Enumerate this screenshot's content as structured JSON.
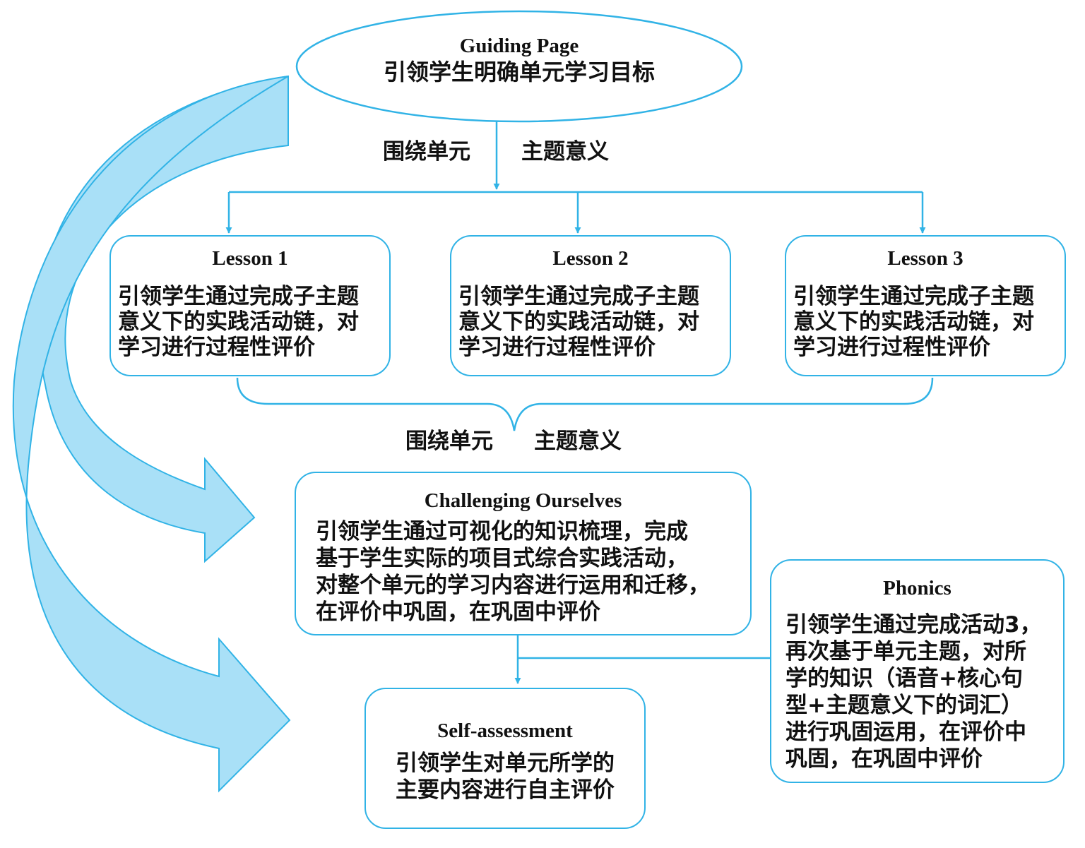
{
  "guiding": {
    "title": "Guiding Page",
    "text": "引领学生明确单元学习目标"
  },
  "connector_label_1": {
    "left": "围绕单元",
    "right": "主题意义"
  },
  "lessons": [
    {
      "title": "Lesson 1",
      "lines": [
        "引领学生通过完成子主题",
        "意义下的实践活动链，对",
        "学习进行过程性评价"
      ]
    },
    {
      "title": "Lesson 2",
      "lines": [
        "引领学生通过完成子主题",
        "意义下的实践活动链，对",
        "学习进行过程性评价"
      ]
    },
    {
      "title": "Lesson 3",
      "lines": [
        "引领学生通过完成子主题",
        "意义下的实践活动链，对",
        "学习进行过程性评价"
      ]
    }
  ],
  "connector_label_2": {
    "left": "围绕单元",
    "right": "主题意义"
  },
  "challenging": {
    "title": "Challenging Ourselves",
    "lines": [
      "引领学生通过可视化的知识梳理，完成",
      "基于学生实际的项目式综合实践活动，",
      "对整个单元的学习内容进行运用和迁移，",
      "在评价中巩固，在巩固中评价"
    ]
  },
  "phonics": {
    "title": "Phonics",
    "lines": [
      "引领学生通过完成活动3，",
      "再次基于单元主题，对所",
      "学的知识（语音+核心句",
      "型+主题意义下的词汇）",
      "进行巩固运用，在评价中",
      "巩固，在巩固中评价"
    ]
  },
  "self_assessment": {
    "title": "Self-assessment",
    "lines": [
      "引领学生对单元所学的",
      "主要内容进行自主评价"
    ]
  },
  "colors": {
    "stroke": "#31b3e6",
    "arrow_fill": "#a9e0f7",
    "text": "#111111"
  }
}
